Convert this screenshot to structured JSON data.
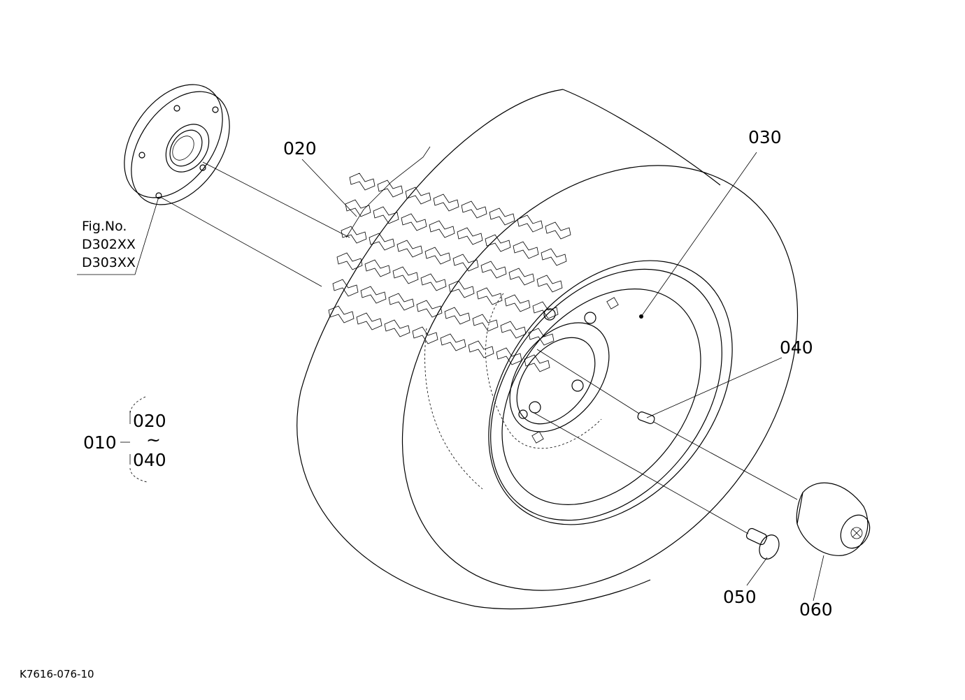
{
  "callouts": {
    "c010": "010",
    "c020_top": "020",
    "c030": "030",
    "c040": "040",
    "c050": "050",
    "c060": "060",
    "range_from": "020",
    "range_tilde": "~",
    "range_to": "040"
  },
  "figure_ref": {
    "heading": "Fig.No.",
    "line1": "D302XX",
    "line2": "D303XX"
  },
  "drawing_number": "K7616-076-10"
}
